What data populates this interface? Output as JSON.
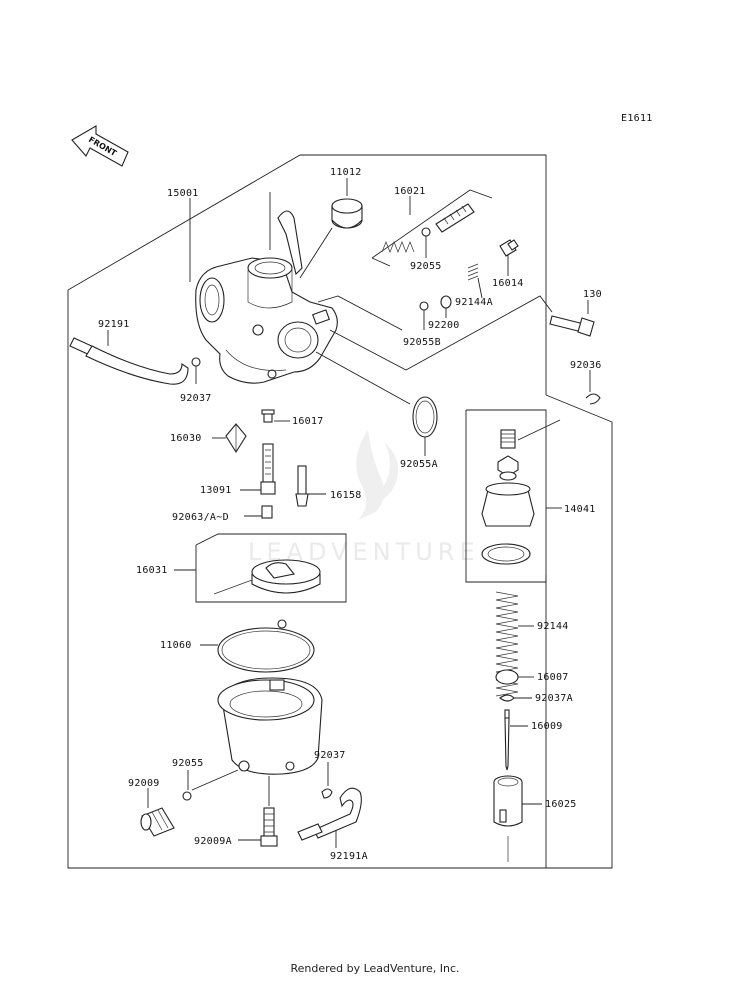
{
  "diagram_code": "E1611",
  "front_label": "FRONT",
  "watermark": "LEADVENTURE",
  "footer": "Rendered by LeadVenture, Inc.",
  "labels": {
    "p15001": "15001",
    "p11012": "11012",
    "p16021": "16021",
    "p92055": "92055",
    "p16014": "16014",
    "p92144A": "92144A",
    "p92200": "92200",
    "p92055B": "92055B",
    "p130": "130",
    "p92191": "92191",
    "p92037": "92037",
    "p92036": "92036",
    "p16017": "16017",
    "p16030": "16030",
    "p92055A": "92055A",
    "p13091": "13091",
    "p16158": "16158",
    "p14041": "14041",
    "p92063": "92063/A~D",
    "p16031": "16031",
    "p92144": "92144",
    "p11060": "11060",
    "p16007": "16007",
    "p92037A": "92037A",
    "p16009": "16009",
    "p92055c": "92055",
    "p92037b": "92037",
    "p92009": "92009",
    "p16025": "16025",
    "p92009A": "92009A",
    "p92191A": "92191A"
  }
}
